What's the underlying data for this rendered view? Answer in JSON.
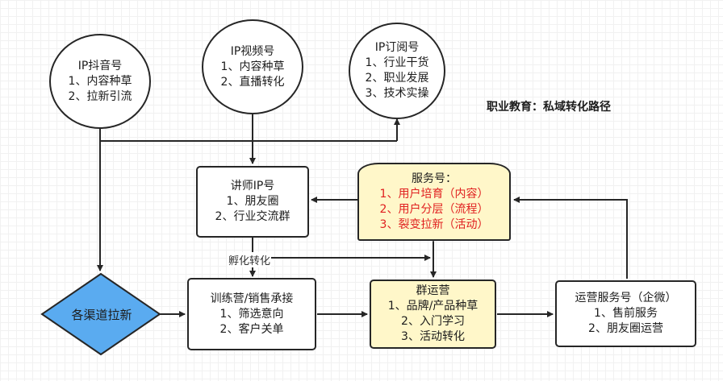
{
  "title": "职业教育：私域转化路径",
  "nodes": {
    "douyin": {
      "title": "IP抖音号",
      "items": [
        "1、内容种草",
        "2、拉新引流"
      ]
    },
    "shipinhao": {
      "title": "IP视频号",
      "items": [
        "1、内容种草",
        "2、直播转化"
      ]
    },
    "dingyue": {
      "title": "IP订阅号",
      "items": [
        "1、行业干货",
        "2、职业发展",
        "3、技术实操"
      ]
    },
    "lecturer": {
      "title": "讲师IP号",
      "items": [
        "1、朋友圈",
        "2、行业交流群"
      ]
    },
    "service": {
      "title": "服务号：",
      "items": [
        "1、用户培育（内容）",
        "2、用户分层（流程）",
        "3、裂变拉新（活动）"
      ]
    },
    "channels": {
      "title": "各渠道拉新"
    },
    "training": {
      "title": "训练营/销售承接",
      "items": [
        "1、筛选意向",
        "2、客户关单"
      ]
    },
    "group": {
      "title": "群运营",
      "items": [
        "1、品牌/产品种草",
        "2、入门学习",
        "3、活动转化"
      ]
    },
    "ops": {
      "title": "运营服务号（企微）",
      "items": [
        "1、售前服务",
        "2、朋友圈运营"
      ]
    }
  },
  "edge_labels": {
    "incubation": "孵化转化"
  },
  "colors": {
    "diamond_fill": "#5aabf0",
    "highlight_fill": "#fff7c9",
    "highlight_text": "#e02020",
    "stroke": "#262626"
  }
}
